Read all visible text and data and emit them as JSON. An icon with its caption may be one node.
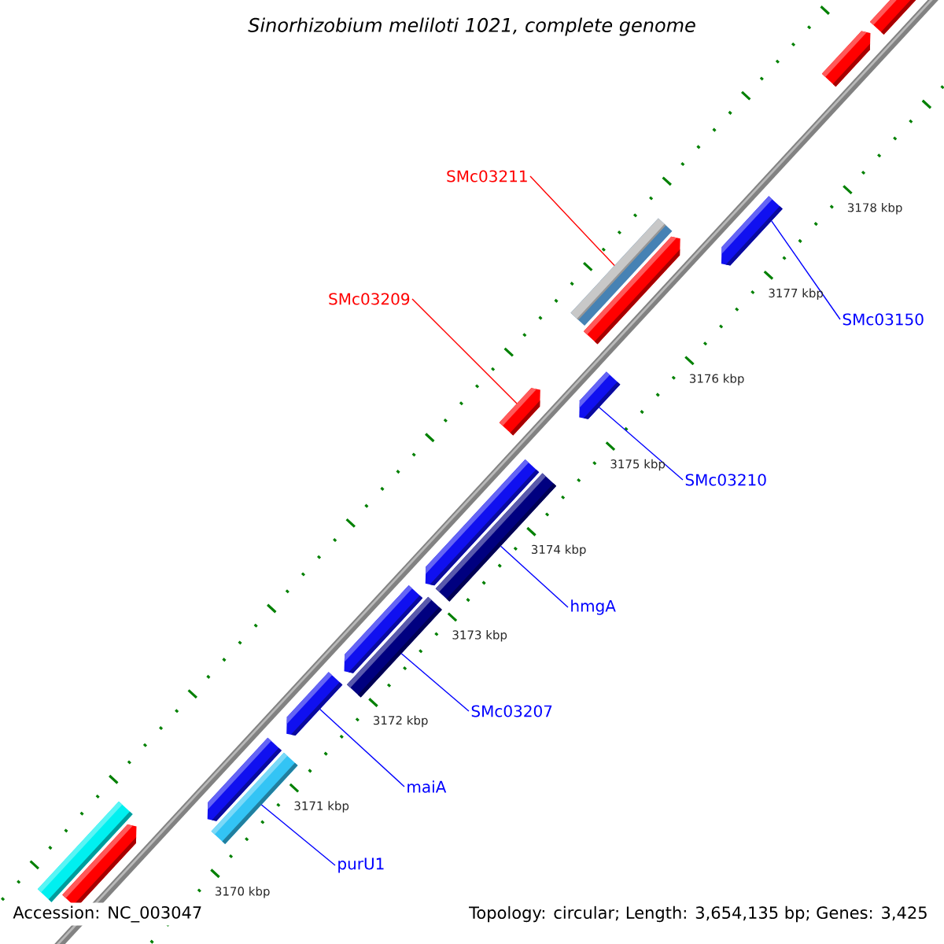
{
  "diagram": {
    "title": "Sinorhizobium meliloti 1021, complete genome",
    "nodes": [
      {
        "text": [
          "SMc03211"
        ]
      },
      {
        "text": [
          "SMc03209"
        ]
      },
      {
        "text": [
          "SMc03150"
        ]
      },
      {
        "text": [
          "SMc03210"
        ]
      },
      {
        "text": [
          "hmgA"
        ]
      },
      {
        "text": [
          "SMc03207"
        ]
      },
      {
        "text": [
          "maiA"
        ]
      },
      {
        "text": [
          "purU1"
        ]
      },
      {
        "text": [],
        "shape": "box"
      },
      {
        "text": [],
        "shape": "box"
      },
      {
        "text": [],
        "shape": "box"
      },
      {
        "text": [],
        "shape": "bar"
      },
      {
        "text": [],
        "shape": "box"
      },
      {
        "text": [],
        "shape": "box"
      },
      {
        "text": [],
        "shape": "box"
      },
      {
        "text": [],
        "shape": "box"
      },
      {
        "text": [],
        "shape": "bar"
      },
      {
        "text": [],
        "shape": "box"
      },
      {
        "text": [],
        "shape": "bar"
      },
      {
        "text": [],
        "shape": "box"
      },
      {
        "text": [],
        "shape": "box"
      },
      {
        "text": [],
        "shape": "bar"
      },
      {
        "text": [],
        "shape": "bar"
      },
      {
        "text": [],
        "shape": "box"
      }
    ],
    "edges": [
      {
        "from": 0,
        "to": 11,
        "arrow": "none",
        "color": "#ff0000"
      },
      {
        "from": 1,
        "to": 13,
        "arrow": "none",
        "color": "#ff0000"
      },
      {
        "from": 2,
        "to": 10,
        "arrow": "none"
      },
      {
        "from": 3,
        "to": 14,
        "arrow": "none"
      },
      {
        "from": 4,
        "to": 16,
        "arrow": "none"
      },
      {
        "from": 5,
        "to": 18,
        "arrow": "none"
      },
      {
        "from": 6,
        "to": 19,
        "arrow": "none"
      },
      {
        "from": 7,
        "to": 21,
        "arrow": "none"
      }
    ],
    "labels": [
      "3178 kbp",
      "3177 kbp",
      "3176 kbp",
      "3175 kbp",
      "3174 kbp",
      "3173 kbp",
      "3172 kbp",
      "3171 kbp",
      "3170 kbp",
      "Accession: NC_003047",
      "Topology: circular; Length: 3,654,135 bp; Genes: 3,425"
    ]
  }
}
